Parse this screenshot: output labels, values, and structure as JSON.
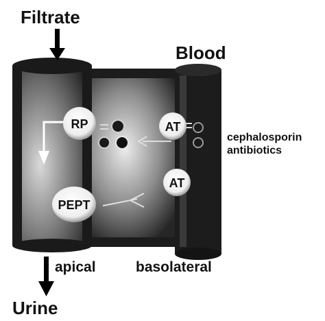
{
  "labels": {
    "filtrate": "Filtrate",
    "blood": "Blood",
    "antibiotics_line1": "cephalosporin",
    "antibiotics_line2": "antibiotics",
    "apical": "apical",
    "basolateral": "basolateral",
    "urine": "Urine"
  },
  "transporters": {
    "apical_efflux": "RP",
    "apical_uptake": "PEPT",
    "basolateral_upper": "AT",
    "basolateral_lower": "AT"
  },
  "colors": {
    "membrane": "#1a1a1a",
    "cytoplasm_light": "#e6e6e6",
    "transporter": "#f4f4f4",
    "text": "#111111"
  }
}
